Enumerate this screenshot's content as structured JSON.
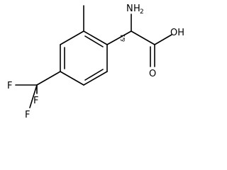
{
  "molecule": {
    "labels": {
      "amine_N": "H",
      "amine_sub": "2",
      "amine_N_letter": "N",
      "stereo_tag": "&1",
      "hydroxyl": "OH",
      "carbonyl_O": "O",
      "fluorine_top": "F",
      "fluorine_left": "F",
      "fluorine_bottom": "F"
    },
    "colors": {
      "bond": "#000000",
      "text": "#000000",
      "background": "#ffffff"
    }
  }
}
